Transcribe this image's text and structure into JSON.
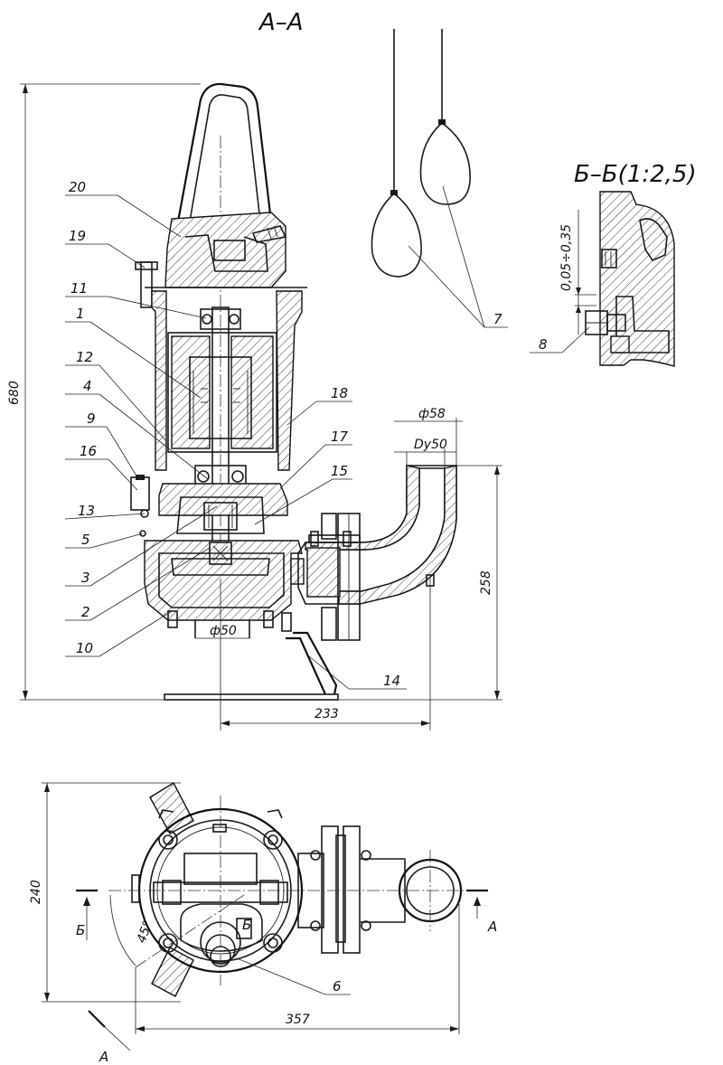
{
  "sections": {
    "main_title": "А–А",
    "detail_title": "Б–Б(1:2,5)"
  },
  "part_labels": [
    "20",
    "19",
    "11",
    "1",
    "12",
    "4",
    "9",
    "16",
    "13",
    "5",
    "3",
    "2",
    "10",
    "18",
    "17",
    "15",
    "7",
    "8",
    "14",
    "6"
  ],
  "dimensions": {
    "height": "680",
    "outlet_outer": "ф58",
    "outlet_nominal": "Dу50",
    "outlet_height": "258",
    "inlet": "ф50",
    "outlet_offset": "233",
    "plan_width": "240",
    "plan_length": "357",
    "clearance": "0,05÷0,35",
    "angle": "45°"
  },
  "markers": {
    "section_a": "А",
    "section_b": "Б"
  },
  "colors": {
    "line": "#1a1a1a",
    "background": "#ffffff"
  }
}
